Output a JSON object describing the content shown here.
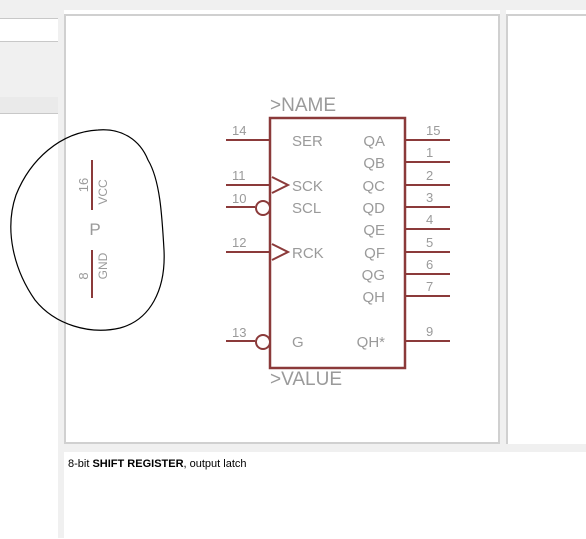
{
  "colors": {
    "frame": "#c8c8c8",
    "panel_bg": "#f0f0f0",
    "symbol_outline": "#8b3a3a",
    "symbol_text": "#9a9a9a",
    "annotation": "#000000"
  },
  "power_symbol": {
    "label": "P",
    "pins": [
      {
        "number": "16",
        "name": "VCC"
      },
      {
        "number": "8",
        "name": "GND"
      }
    ]
  },
  "chip_symbol": {
    "name_label": ">NAME",
    "value_label": ">VALUE",
    "left_pins": [
      {
        "number": "14",
        "name": "SER",
        "clock": false,
        "inverted": false
      },
      {
        "number": "11",
        "name": "SCK",
        "clock": true,
        "inverted": false
      },
      {
        "number": "10",
        "name": "SCL",
        "clock": false,
        "inverted": true
      },
      {
        "number": "12",
        "name": "RCK",
        "clock": true,
        "inverted": false
      },
      {
        "number": "13",
        "name": "G",
        "clock": false,
        "inverted": true
      }
    ],
    "right_pins": [
      {
        "number": "15",
        "name": "QA"
      },
      {
        "number": "1",
        "name": "QB"
      },
      {
        "number": "2",
        "name": "QC"
      },
      {
        "number": "3",
        "name": "QD"
      },
      {
        "number": "4",
        "name": "QE"
      },
      {
        "number": "5",
        "name": "QF"
      },
      {
        "number": "6",
        "name": "QG"
      },
      {
        "number": "7",
        "name": "QH"
      },
      {
        "number": "9",
        "name": "QH*"
      }
    ]
  },
  "description": {
    "prefix": "8-bit ",
    "bold": "SHIFT REGISTER",
    "suffix": ", output latch"
  }
}
